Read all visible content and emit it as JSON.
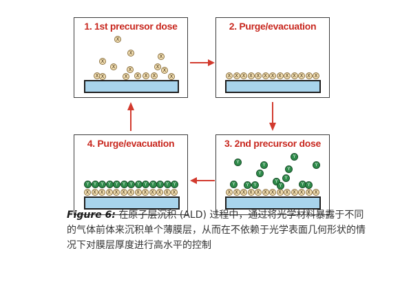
{
  "panels": [
    {
      "title": "1. 1st precursor dose"
    },
    {
      "title": "2. Purge/evacuation"
    },
    {
      "title": "3. 2nd precursor dose"
    },
    {
      "title": "4. Purge/evacuation"
    }
  ],
  "molecules": {
    "precursor_1": "X",
    "precursor_2": "Y"
  },
  "colors": {
    "title_red": "#c8281f",
    "substrate_blue": "#a8d4ec",
    "molecule_x": "#f1ddb0",
    "molecule_y": "#2e8b4a",
    "arrow_red": "#d23a2e"
  },
  "caption": {
    "label": "Figure 6:",
    "text": " 在原子层沉积 (ALD) 过程中，通过将光学材料暴露于不同的气体前体来沉积单个薄膜层，从而在不依赖于光学表面几何形状的情况下对膜层厚度进行高水平的控制"
  }
}
